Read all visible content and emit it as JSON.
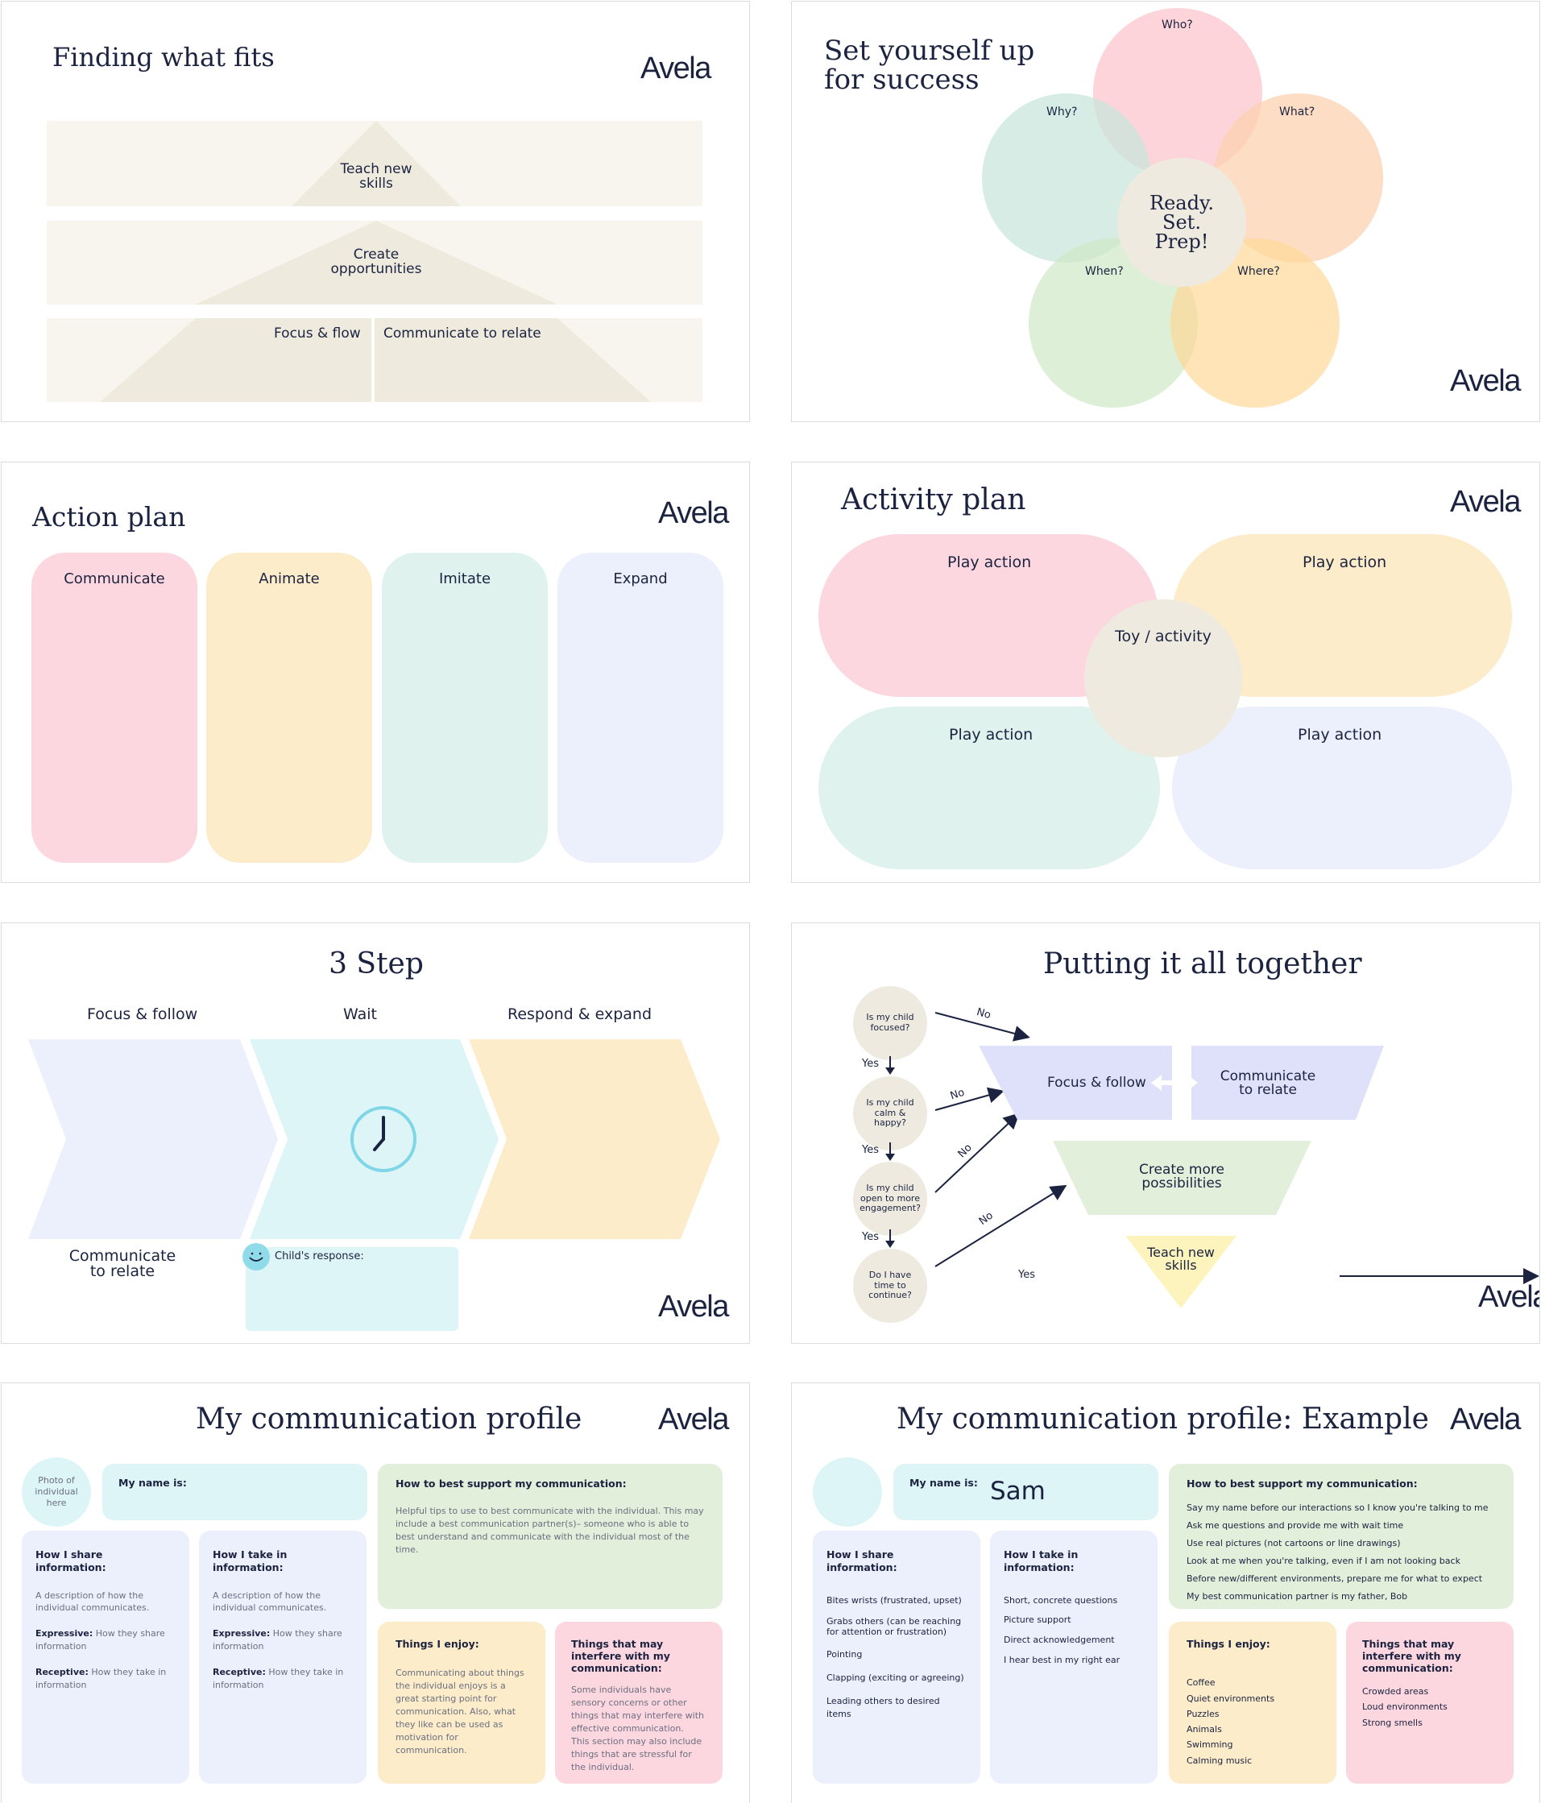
{
  "logo": "Avela",
  "slide1": {
    "title": "Finding what fits",
    "teach": "Teach new\nskills",
    "create": "Create\nopportunities",
    "focus": "Focus & flow",
    "communicate": "Communicate to relate"
  },
  "slide2": {
    "title": "Set yourself up\nfor success",
    "who": "Who?",
    "why": "Why?",
    "what": "What?",
    "when": "When?",
    "where": "Where?",
    "center": "Ready.\nSet.\nPrep!"
  },
  "slide3": {
    "title": "Action plan",
    "columns": [
      "Communicate",
      "Animate",
      "Imitate",
      "Expand"
    ]
  },
  "slide4": {
    "title": "Activity plan",
    "play1": "Play action",
    "play2": "Play action",
    "play3": "Play action",
    "play4": "Play action",
    "center": "Toy / activity"
  },
  "slide5": {
    "title": "3 Step",
    "step1": "Focus & follow",
    "step2": "Wait",
    "step3": "Respond & expand",
    "bottom_left": "Communicate\nto relate",
    "childs_response": "Child's response:"
  },
  "slide6": {
    "title": "Putting it all together",
    "q1": "Is my child focused?",
    "q2": "Is my child calm & happy?",
    "q3": "Is my child open to more engagement?",
    "q4": "Do I have time to continue?",
    "yes": "Yes",
    "no": "No",
    "focus": "Focus & follow",
    "communicate": "Communicate\nto relate",
    "create": "Create more\npossibilities",
    "teach": "Teach new\nskills"
  },
  "slide7": {
    "title": "My communication profile",
    "photo": "Photo of\nindividual\nhere",
    "name_label": "My name is:",
    "support_title": "How to best support my communication:",
    "support_text": "Helpful tips to use to best communicate with the  individual. This may include a best communication partner(s)– someone who is able to best understand and communicate with the individual most of the time.",
    "share_title": "How I share information:",
    "share_desc": "A description of how the individual communicates.",
    "share_expr_label": "Expressive:",
    "share_expr_text": " How they share information",
    "share_rec_label": "Receptive:",
    "share_rec_text": " How they take in information",
    "take_title": "How I take in information:",
    "take_desc": "A description of how the individual communicates.",
    "take_expr_label": "Expressive:",
    "take_expr_text": " How they share information",
    "take_rec_label": "Receptive:",
    "take_rec_text": " How they take in information",
    "enjoy_title": "Things I enjoy:",
    "enjoy_text": "Communicating about things the individual enjoys is a great starting point for communication. Also, what they like can be used as motivation for communication.",
    "interfere_title": "Things that may interfere with my communication:",
    "interfere_text": "Some individuals have sensory concerns or other things that may interfere with effective communication.\nThis section may also include things that are stressful for the individual."
  },
  "slide8": {
    "title": "My communication profile: Example",
    "name_label": "My name is:",
    "name_value": "Sam",
    "support_title": "How to best support my communication:",
    "support_items": [
      "Say my name before our interactions so I know you're talking to me",
      "Ask me questions and provide me with wait time",
      "Use real pictures (not cartoons or line drawings)",
      "Look at me when you're talking, even if I am not looking back",
      "Before new/different environments, prepare me for what to expect",
      "My best communication partner is my father, Bob"
    ],
    "share_title": "How I share information:",
    "share_items": [
      "Bites wrists (frustrated, upset)",
      "Grabs others (can be reaching for attention or frustration)",
      "Pointing",
      "Clapping (exciting or agreeing)",
      "Leading others to desired items"
    ],
    "take_title": "How I take in information:",
    "take_items": [
      "Short, concrete questions",
      "Picture support",
      "Direct acknowledgement",
      "I hear best in my right ear"
    ],
    "enjoy_title": "Things I enjoy:",
    "enjoy_items": [
      "Coffee",
      "Quiet environments",
      "Puzzles",
      "Animals",
      "Swimming",
      "Calming music"
    ],
    "interfere_title": "Things that may interfere with my communication:",
    "interfere_items": [
      "Crowded areas",
      "Loud environments",
      "Strong smells"
    ]
  }
}
